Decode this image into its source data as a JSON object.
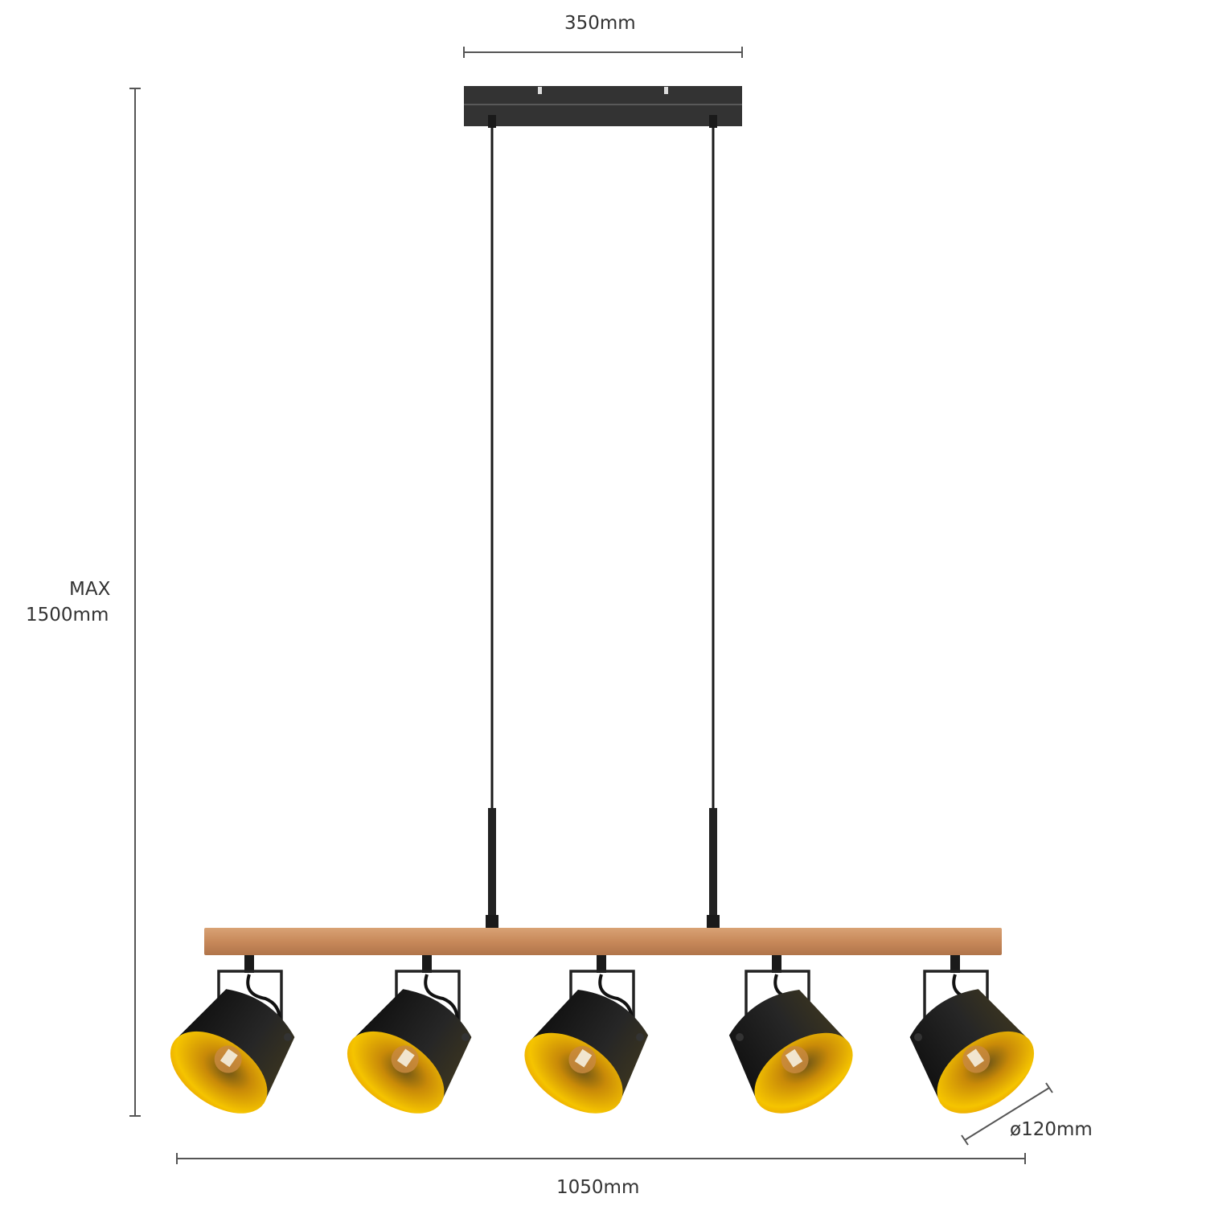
{
  "dimensions": {
    "canopy_width": "350mm",
    "max_height_prefix": "MAX",
    "max_height": "1500mm",
    "total_width": "1050mm",
    "shade_diameter": "ø120mm"
  },
  "product": {
    "spotlight_count": 5,
    "colors": {
      "wood": "#c8895a",
      "metal": "#1e1e1e",
      "shade_interior": "#f2b40a",
      "dimension_line": "#555555"
    }
  }
}
